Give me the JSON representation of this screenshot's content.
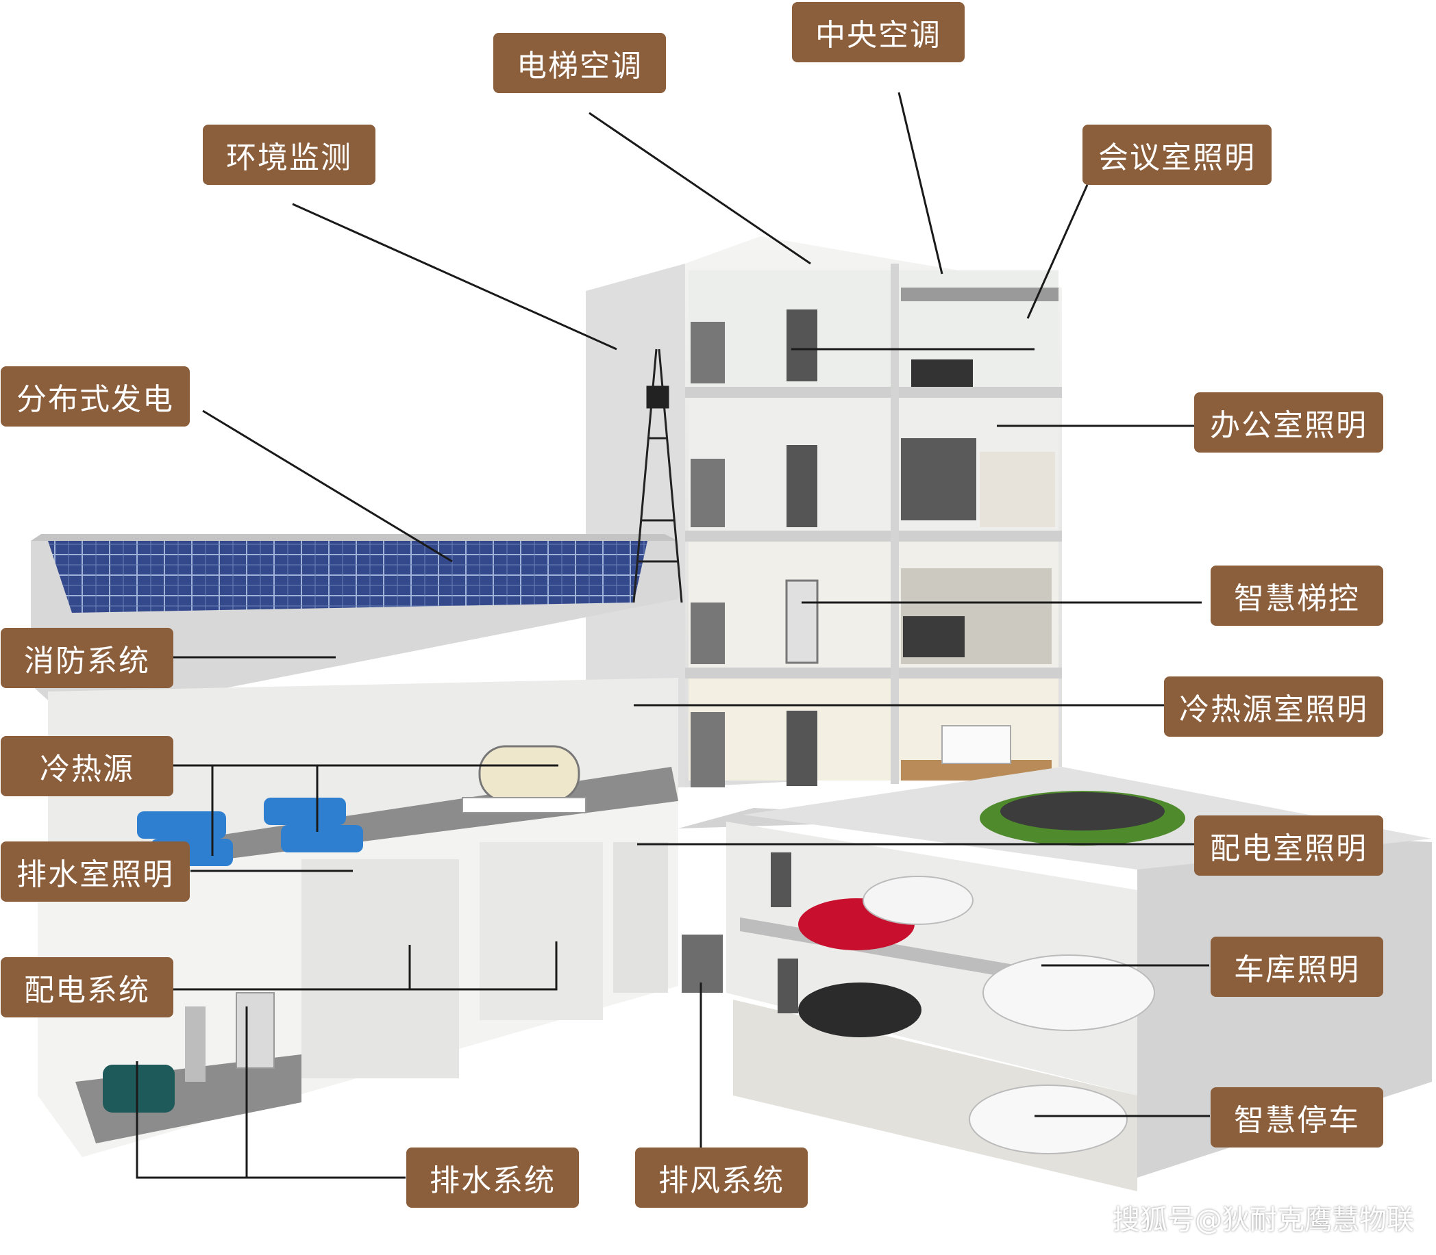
{
  "labels": {
    "central_ac": "中央空调",
    "elevator_ac": "电梯空调",
    "env_monitor": "环境监测",
    "meeting_light": "会议室照明",
    "distributed_power": "分布式发电",
    "office_light": "办公室照明",
    "smart_elevator": "智慧梯控",
    "fire_system": "消防系统",
    "coldheat_room_light": "冷热源室照明",
    "cold_heat_source": "冷热源",
    "power_room_light": "配电室照明",
    "drain_room_light": "排水室照明",
    "garage_light": "车库照明",
    "power_system": "配电系统",
    "smart_parking": "智慧停车",
    "drain_system": "排水系统",
    "exhaust_system": "排风系统"
  },
  "watermark": "搜狐号@狄耐克鹰慧物联",
  "colors": {
    "label_bg": "#8b5e3c",
    "label_text": "#ffffff",
    "leader_line": "#1a1a1a",
    "solar_panel": "#34498c",
    "equipment_blue": "#2f7fd0",
    "car_red": "#c8102e",
    "pump_teal": "#1f5a5a",
    "grass": "#4f8a2c",
    "floor_grey": "#8c8c8c",
    "wall_light": "#e9e9e9"
  }
}
